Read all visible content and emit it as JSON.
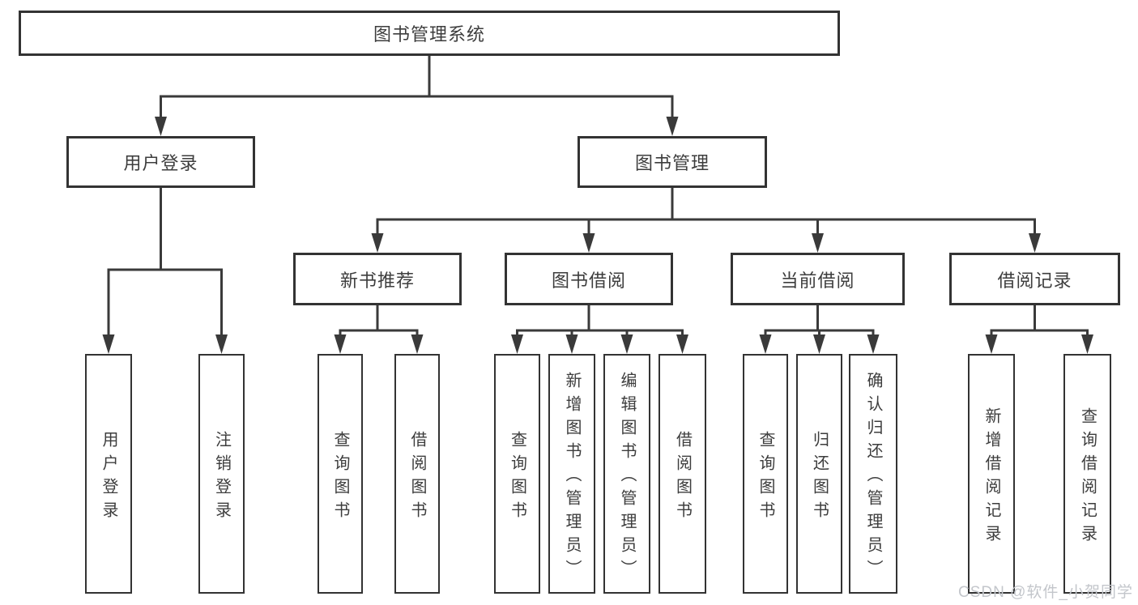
{
  "colors": {
    "line": "#3a3a3a",
    "box_border": "#333333",
    "box_fill": "#ffffff",
    "text": "#3d3d3d",
    "watermark": "#c3c6cb",
    "background": "#ffffff"
  },
  "tree": {
    "root": {
      "label": "图书管理系统"
    },
    "level1": [
      {
        "id": "user-login",
        "label": "用户登录"
      },
      {
        "id": "book-management",
        "label": "图书管理"
      }
    ],
    "level2": [
      {
        "id": "new-book-recommend",
        "label": "新书推荐"
      },
      {
        "id": "book-borrow",
        "label": "图书借阅"
      },
      {
        "id": "current-borrow",
        "label": "当前借阅"
      },
      {
        "id": "borrow-records",
        "label": "借阅记录"
      }
    ],
    "leaves": [
      {
        "id": "user-login-leaf",
        "label": "用户登录"
      },
      {
        "id": "logout-leaf",
        "label": "注销登录"
      },
      {
        "id": "newbook-query-books",
        "label": "查询图书"
      },
      {
        "id": "newbook-borrow-books",
        "label": "借阅图书"
      },
      {
        "id": "borrow-query-books",
        "label": "查询图书"
      },
      {
        "id": "borrow-add-books",
        "label": "新增图书（管理员）"
      },
      {
        "id": "borrow-edit-books",
        "label": "编辑图书（管理员）"
      },
      {
        "id": "borrow-borrow-books",
        "label": "借阅图书"
      },
      {
        "id": "current-query-books",
        "label": "查询图书"
      },
      {
        "id": "current-return-books",
        "label": "归还图书"
      },
      {
        "id": "current-confirm-return",
        "label": "确认归还（管理员）"
      },
      {
        "id": "records-add-record",
        "label": "新增借阅记录"
      },
      {
        "id": "records-query-record",
        "label": "查询借阅记录"
      }
    ]
  },
  "watermark": {
    "text": "CSDN @软件_小贺同学"
  }
}
